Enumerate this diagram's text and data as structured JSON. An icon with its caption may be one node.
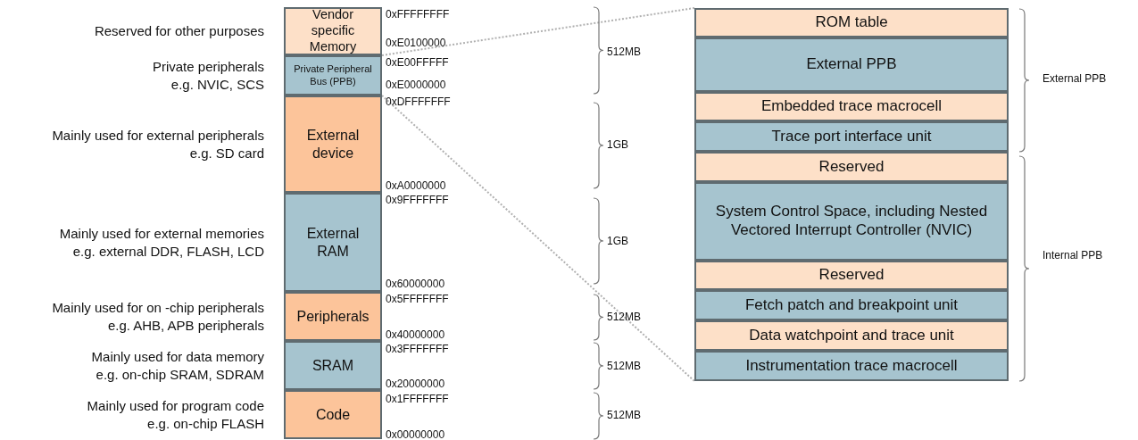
{
  "diagram": {
    "nodes": [
      {
        "text": [
          "Vendor specific Memory"
        ],
        "beside": [
          "Reserved for other purposes"
        ]
      },
      {
        "text": [
          "Private Peripheral Bus (PPB)"
        ],
        "beside": [
          "Private peripherals",
          "e.g. NVIC, SCS"
        ]
      },
      {
        "text": [
          "External device"
        ],
        "beside": [
          "Mainly used for external peripherals",
          "e.g. SD card"
        ]
      },
      {
        "text": [
          "External RAM"
        ],
        "beside": [
          "Mainly used for external memories",
          "e.g. external DDR, FLASH, LCD"
        ]
      },
      {
        "text": [
          "Peripherals"
        ],
        "beside": [
          "Mainly used for on -chip peripherals",
          "e.g. AHB, APB peripherals"
        ]
      },
      {
        "text": [
          "SRAM"
        ],
        "beside": [
          "Mainly used for data memory",
          "e.g. on-chip SRAM, SDRAM"
        ]
      },
      {
        "text": [
          "Code"
        ],
        "beside": [
          "Mainly used for program code",
          "e.g. on-chip FLASH"
        ]
      },
      {
        "text": [],
        "shape": "box"
      },
      {
        "text": [
          "ROM table"
        ],
        "in": 7
      },
      {
        "text": [
          "External PPB"
        ],
        "in": 7
      },
      {
        "text": [
          "Embedded trace macrocell"
        ],
        "in": 7
      },
      {
        "text": [
          "Trace port interface unit"
        ],
        "in": 7
      },
      {
        "text": [
          "Reserved"
        ],
        "in": 7
      },
      {
        "text": [
          "System Control Space, including Nested Vectored Interrupt Controller (NVIC)"
        ],
        "in": 7
      },
      {
        "text": [
          "Reserved"
        ],
        "in": 7
      },
      {
        "text": [
          "Fetch patch and breakpoint unit"
        ],
        "in": 7
      },
      {
        "text": [
          "Data watchpoint and trace unit"
        ],
        "in": 7
      },
      {
        "text": [
          "Instrumentation trace macrocell"
        ],
        "in": 7
      }
    ],
    "edges": [
      {
        "from": 1,
        "to": 7,
        "arrow": "none",
        "style": "dashed"
      },
      {
        "from": 1,
        "to": 7,
        "arrow": "none",
        "style": "dashed"
      }
    ],
    "labels": [
      "0xFFFFFFFF",
      "0xE0100000",
      "512MB",
      "0xE00FFFFF",
      "0xE0000000",
      "0xDFFFFFFF",
      "External PPB",
      "1GB",
      "0xA0000000",
      "0x9FFFFFFF",
      "1GB",
      "Internal PPB",
      "0x60000000",
      "0x5FFFFFFF",
      "512MB",
      "0x40000000",
      "0x3FFFFFFF",
      "512MB",
      "0x20000000",
      "0x1FFFFFFF",
      "512MB",
      "0x00000000"
    ]
  }
}
